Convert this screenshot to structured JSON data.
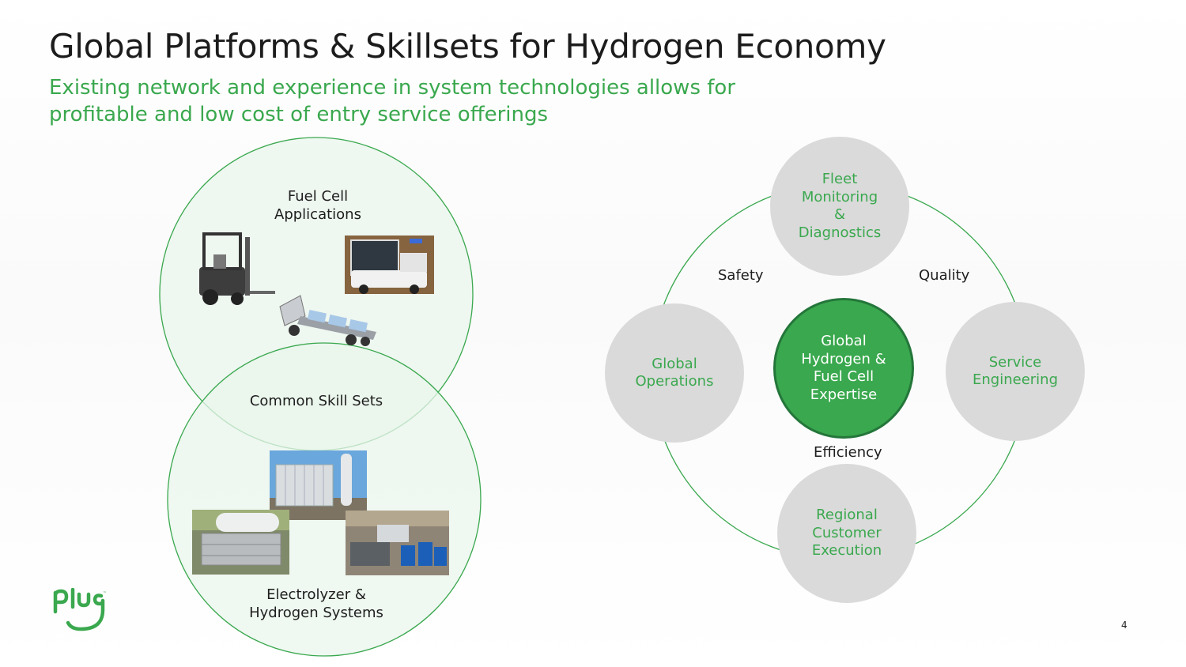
{
  "title": "Global Platforms & Skillsets for Hydrogen Economy",
  "subtitle": "Existing network and experience in system technologies allows for profitable and low cost of entry service offerings",
  "venn": {
    "top_label": "Fuel Cell\nApplications",
    "overlap_label": "Common Skill Sets",
    "bottom_label": "Electrolyzer &\nHydrogen Systems"
  },
  "cycle": {
    "center": "Global\nHydrogen &\nFuel Cell\nExpertise",
    "nodes": {
      "top": "Fleet\nMonitoring\n&\nDiagnostics",
      "left": "Global\nOperations",
      "right": "Service\nEngineering",
      "bottom": "Regional\nCustomer\nExecution"
    },
    "labels": {
      "safety": "Safety",
      "quality": "Quality",
      "efficiency": "Efficiency"
    }
  },
  "logo_text": "plug",
  "page_number": "4",
  "colors": {
    "accent_green": "#3aa84e",
    "dark_green": "#24763a",
    "venn_fill": "#e9f6ec",
    "node_gray": "#dadada"
  }
}
